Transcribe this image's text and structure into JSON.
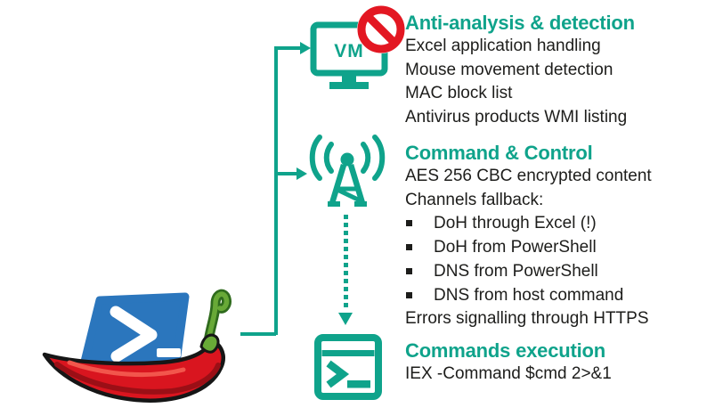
{
  "theme": {
    "accent": "#0fa38b",
    "ink": "#1d1d1b",
    "red": "#e31722",
    "blue": "#2b76bd",
    "pepper_red": "#d9151f",
    "pepper_dark": "#9b0f16",
    "pepper_hi": "#f2564c",
    "stem_green": "#68a937",
    "stem_dark": "#2f6b1d",
    "outline": "#161616"
  },
  "vm_icon": {
    "label": "VM"
  },
  "sections": [
    {
      "title": "Anti-analysis & detection",
      "lines": [
        "Excel application handling",
        "Mouse movement detection",
        "MAC block list",
        "Antivirus products WMI listing"
      ]
    },
    {
      "title": "Command & Control",
      "lines": [
        "AES 256 CBC encrypted content",
        "Channels fallback:"
      ],
      "bullets": [
        "DoH through Excel (!)",
        "DoH from PowerShell",
        "DNS from PowerShell",
        "DNS from host command"
      ],
      "lines_after": [
        "Errors signalling through HTTPS"
      ]
    },
    {
      "title": "Commands execution",
      "lines": [
        "IEX -Command $cmd 2>&1"
      ]
    }
  ]
}
